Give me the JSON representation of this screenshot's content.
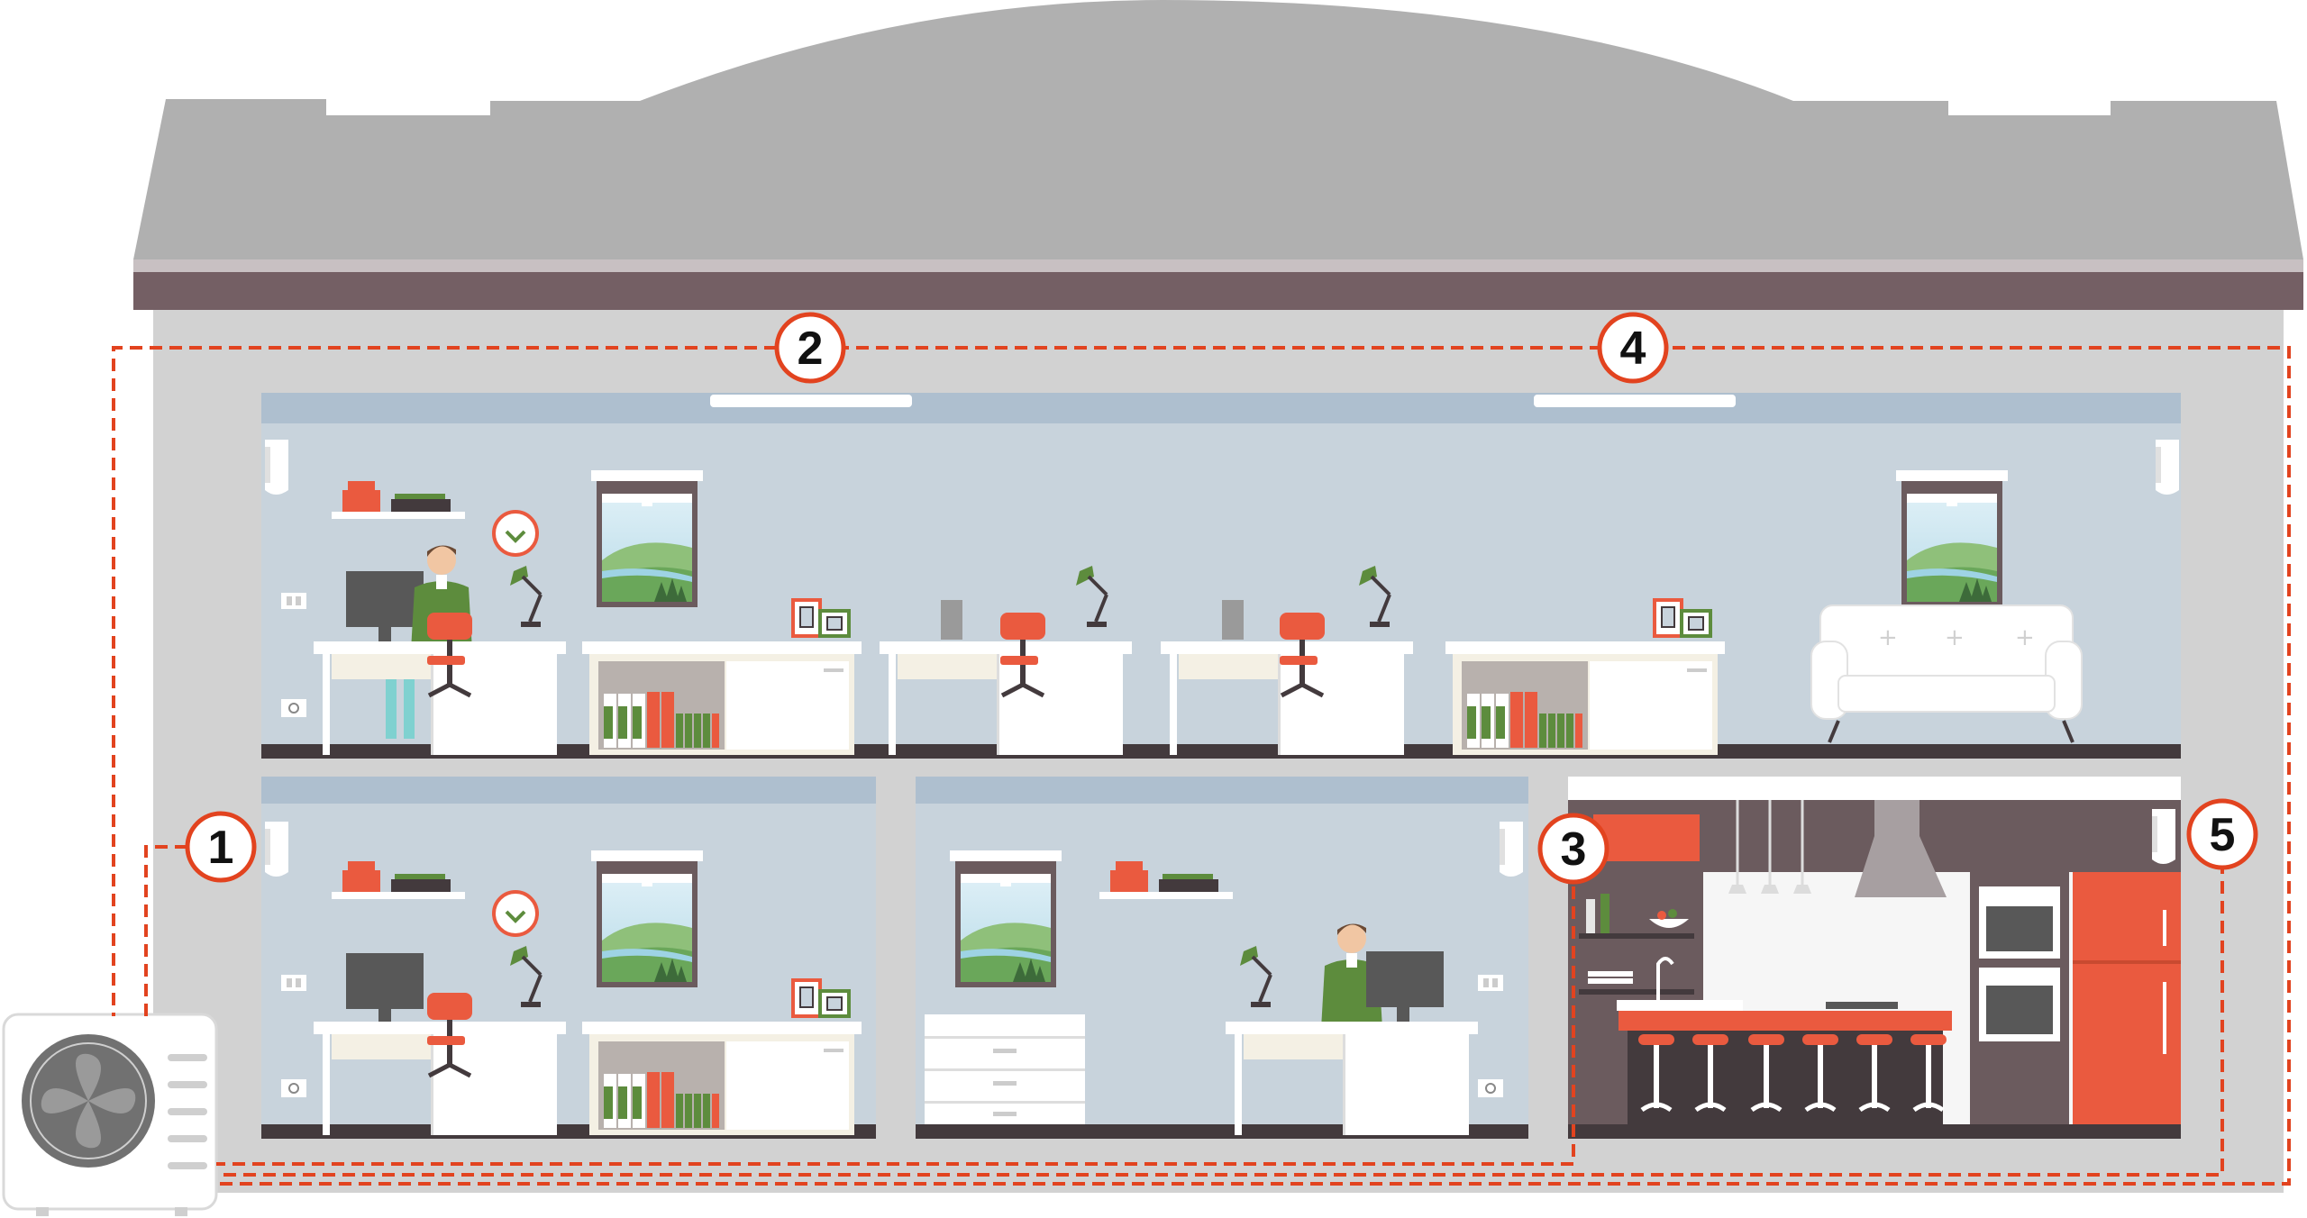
{
  "diagram": {
    "markers": [
      {
        "id": "1",
        "label": "1"
      },
      {
        "id": "2",
        "label": "2"
      },
      {
        "id": "3",
        "label": "3"
      },
      {
        "id": "4",
        "label": "4"
      },
      {
        "id": "5",
        "label": "5"
      }
    ]
  },
  "colors": {
    "roof": "#b0b0b0",
    "eave": "#745f64",
    "wall": "#d2d2d2",
    "room": "#c8d3dc",
    "ceiling_band": "#aebfcf",
    "floor": "#433a3d",
    "pipe": "#e2431f",
    "accent_red": "#ea5a3f",
    "desk": "#ffffff",
    "shelf_window": "#6b5b5e",
    "person_shirt": "#5d8c3d",
    "monitor": "#585858"
  }
}
